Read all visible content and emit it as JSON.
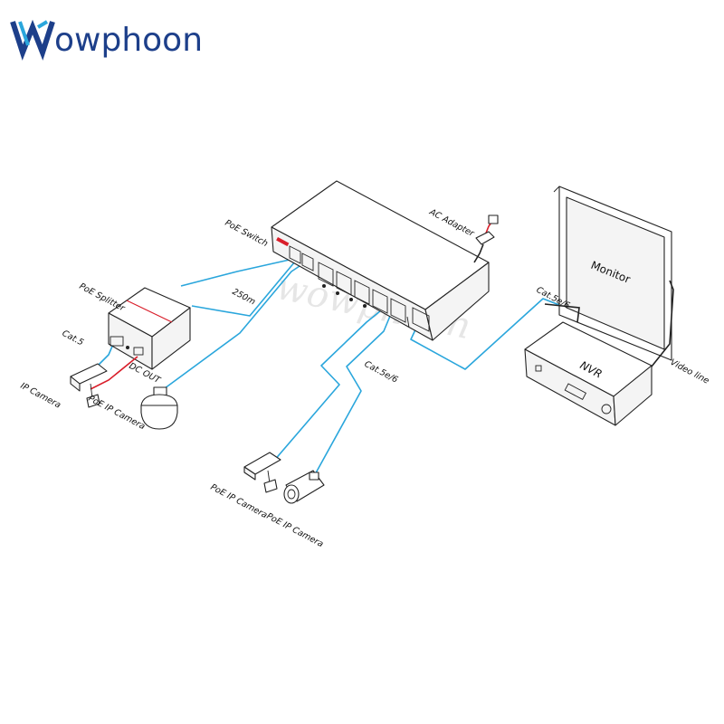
{
  "brand": {
    "logo_text": "owphoon",
    "watermark": "wowphoon"
  },
  "labels": {
    "poe_switch": "PoE Switch",
    "ac_adapter": "AC Adapter",
    "poe_splitter": "PoE Splitter",
    "distance": "250m",
    "cat5": "Cat.5",
    "ip_camera": "IP Camera",
    "poe_ip_camera": "PoE IP Camera",
    "cat5e6_center": "Cat.5e/6",
    "poe_ip_camera_bottom_1": "PoE IP Camera",
    "poe_ip_camera_bottom_2": "PoE IP Camera",
    "cat5e6_right": "Cat.5e/6",
    "monitor": "Monitor",
    "nvr": "NVR",
    "video_line": "Video line",
    "dc_out": "DC OUT"
  },
  "colors": {
    "logo": "#1d3f8a",
    "logo_accent": "#2aa6dc",
    "cable_blue": "#2aa6dc",
    "cable_red": "#d91e2a",
    "cable_black": "#222222"
  }
}
